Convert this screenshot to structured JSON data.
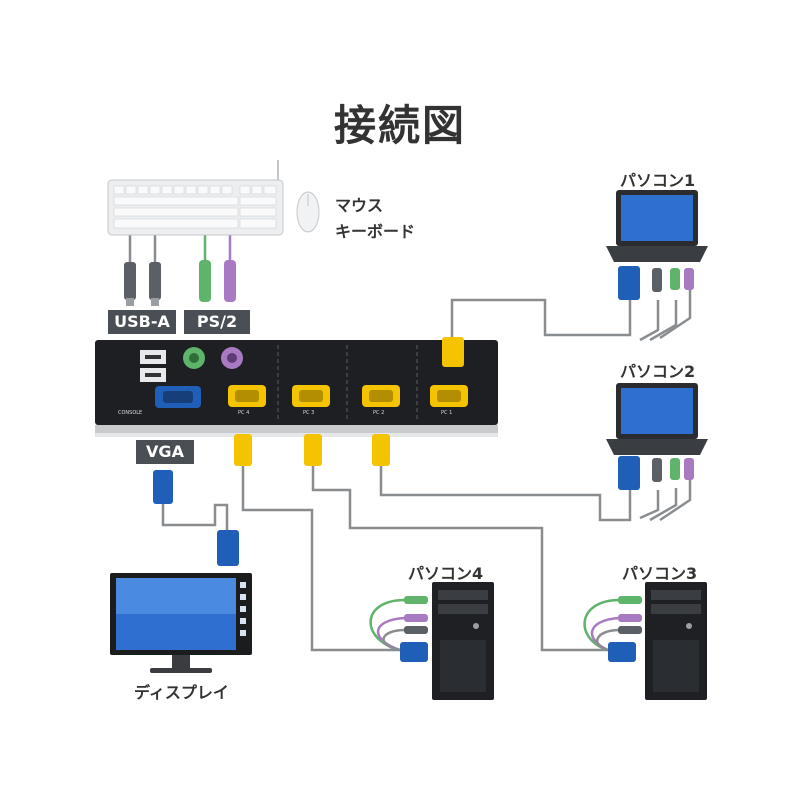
{
  "title": "接続図",
  "peripherals": {
    "mouse": "マウス",
    "keyboard": "キーボード"
  },
  "connector_tags": {
    "usb_a": "USB-A",
    "ps2": "PS/2",
    "vga": "VGA"
  },
  "kvm": {
    "console_label": "CONSOLE",
    "ports": [
      "PC 4",
      "PC 3",
      "PC 2",
      "PC 1"
    ]
  },
  "computers": {
    "pc1": "パソコン1",
    "pc2": "パソコン2",
    "pc3": "パソコン3",
    "pc4": "パソコン4"
  },
  "display": "ディスプレイ",
  "colors": {
    "cable": "#8a8d90",
    "vga_blue": "#1f5fb8",
    "port_yellow": "#f5c400",
    "ps2_green": "#5fb36a",
    "ps2_purple": "#a77ac2",
    "kvm_body": "#1d1f22"
  }
}
